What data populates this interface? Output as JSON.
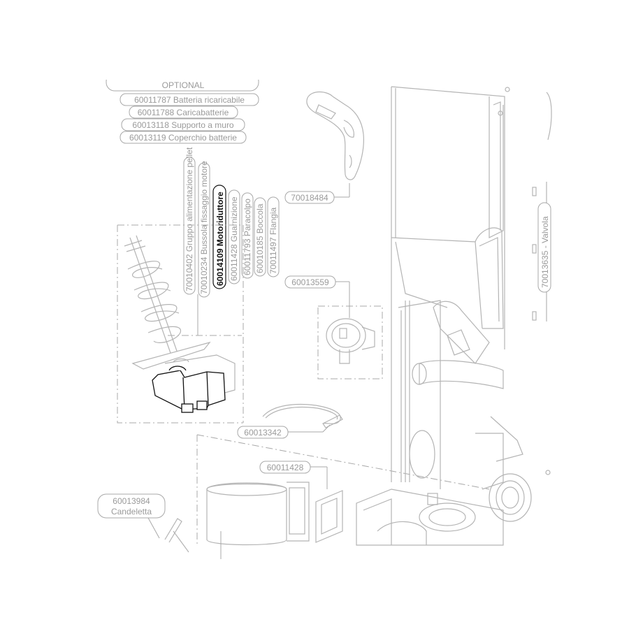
{
  "optional_group": {
    "header": "OPTIONAL",
    "items": [
      "60011787 Batteria ricaricabile",
      "60011788 Caricabatterie",
      "60013118 Supporto a muro",
      "60013119 Coperchio batterie"
    ]
  },
  "vertical_labels": [
    {
      "text": "70010402 Gruppo alimentazione pellet",
      "highlighted": false
    },
    {
      "text": "70010234 Bussola fissaggio motore",
      "highlighted": false
    },
    {
      "text": "60014109 Motoriduttore",
      "highlighted": true
    },
    {
      "text": "60011428 Guarnizione",
      "highlighted": false
    },
    {
      "text": "60011793 Paracolpo",
      "highlighted": false
    },
    {
      "text": "60010185 Boccola",
      "highlighted": false
    },
    {
      "text": "70011497 Flangia",
      "highlighted": false
    }
  ],
  "callouts": {
    "remote": "70018484",
    "pressure_switch": "60013559",
    "thermocouple": "60013342",
    "gasket": "60011428",
    "igniter_code": "60013984",
    "igniter_name": "Candeletta",
    "valve": "70013635 - Valvola"
  }
}
